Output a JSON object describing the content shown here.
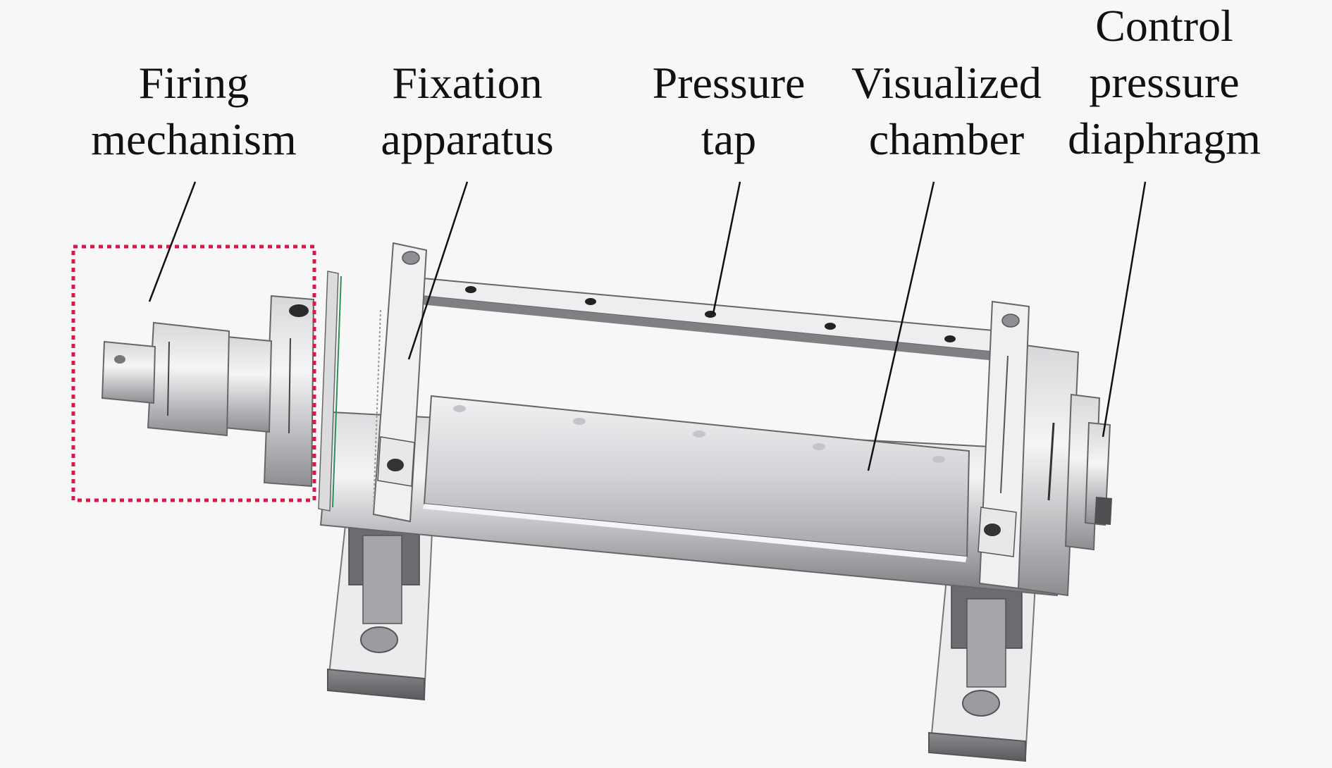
{
  "labels": {
    "firing": {
      "line1": "Firing",
      "line2": "mechanism"
    },
    "fixation": {
      "line1": "Fixation",
      "line2": "apparatus"
    },
    "pressure_tap": {
      "line1": "Pressure",
      "line2": "tap"
    },
    "chamber": {
      "line1": "Visualized",
      "line2": "chamber"
    },
    "diaphragm": {
      "line1": "Control",
      "line2": "pressure",
      "line3": "diaphragm"
    }
  },
  "colors": {
    "background": "#f7f7f7",
    "highlight_box": "#d81a4a",
    "metal_light": "#e6e6e8",
    "metal_mid": "#b9b9bd",
    "metal_dark": "#6e6e72",
    "leader_line": "#111111"
  }
}
